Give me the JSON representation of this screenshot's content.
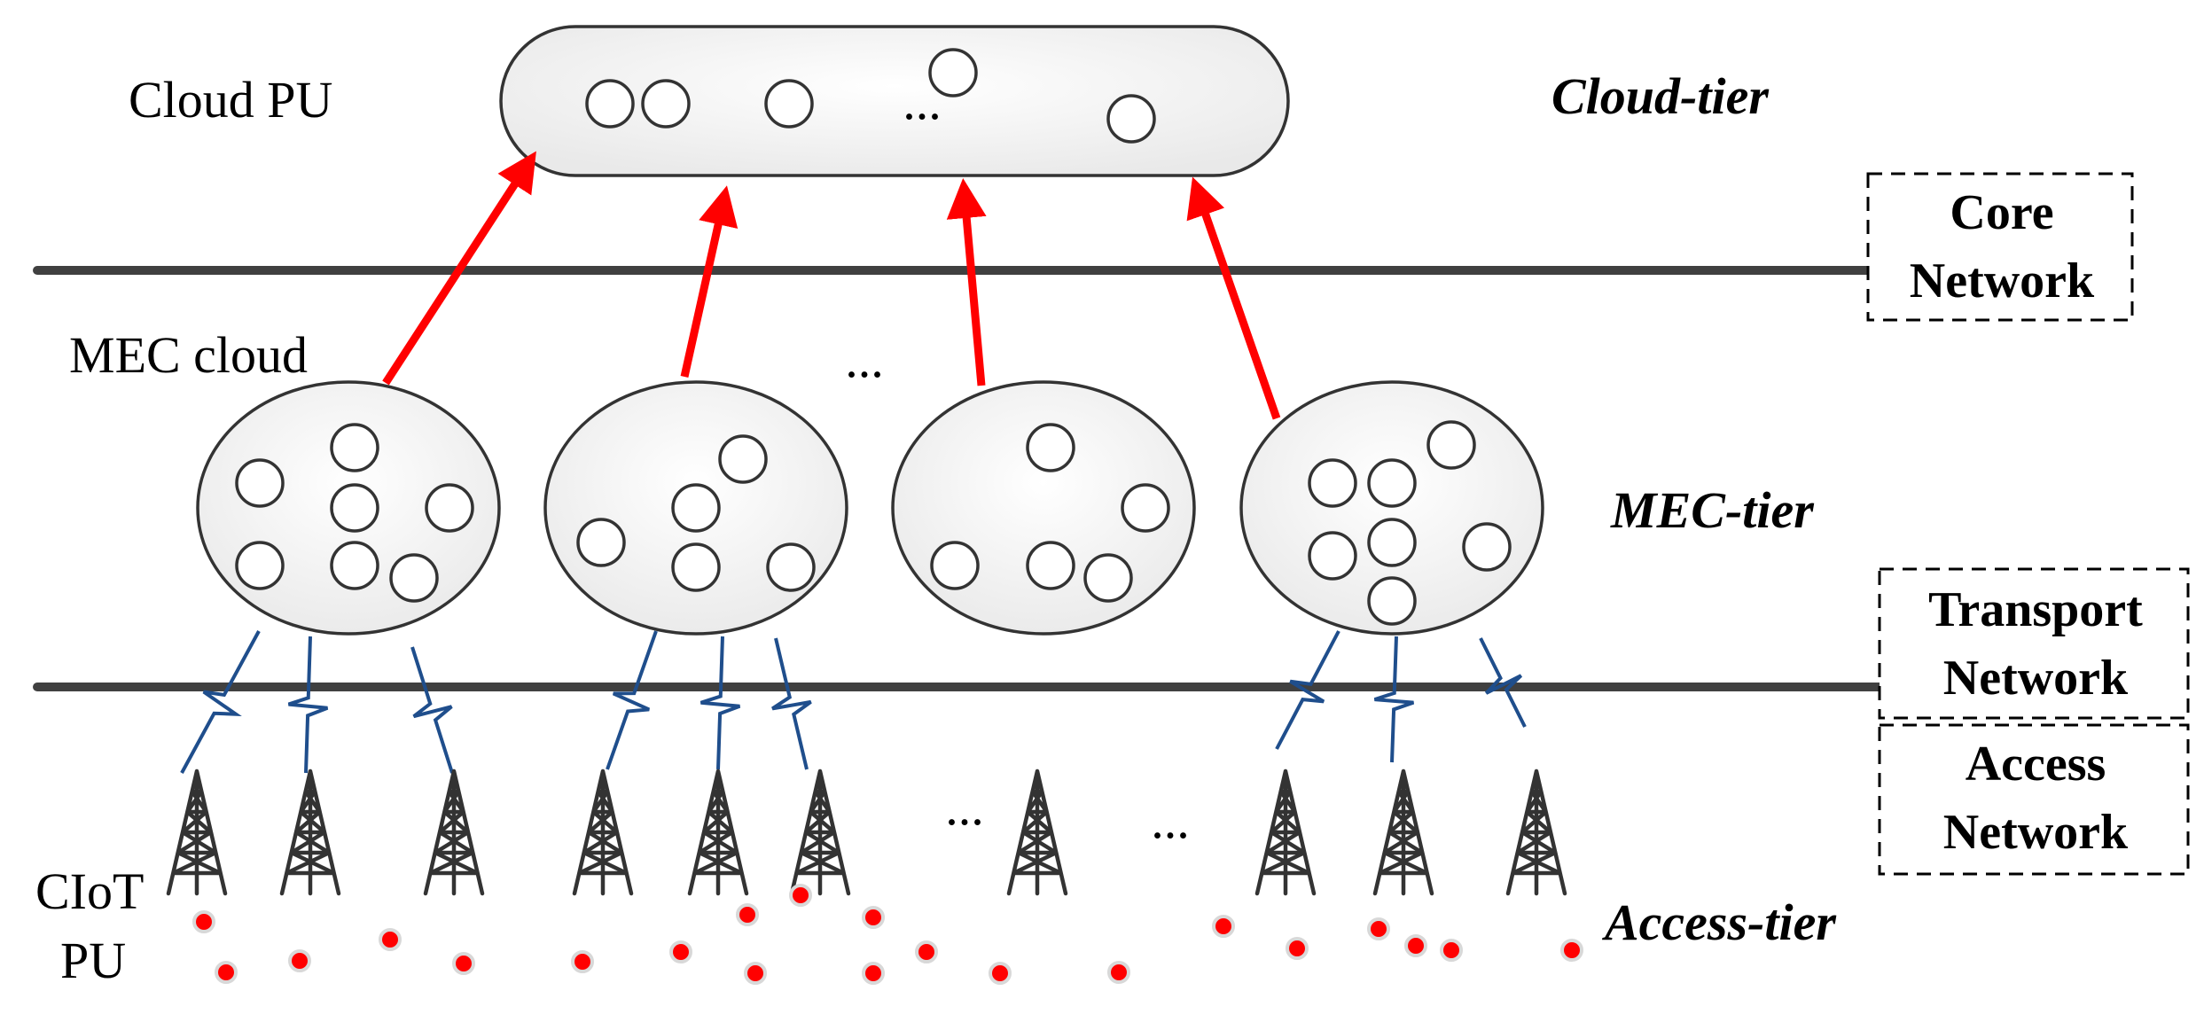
{
  "labels": {
    "cloud_pu": "Cloud PU",
    "cloud_tier": "Cloud-tier",
    "core_network_line1": "Core",
    "core_network_line2": "Network",
    "mec_cloud": "MEC cloud",
    "mec_tier": "MEC-tier",
    "transport_network_line1": "Transport",
    "transport_network_line2": "Network",
    "access_network_line1": "Access",
    "access_network_line2": "Network",
    "ciot_pu_line1": "CIoT",
    "ciot_pu_line2": "PU",
    "access_tier": "Access-tier",
    "ellipsis": "..."
  },
  "colors": {
    "arrow": "#ff0000",
    "device_dot": "#ff0000",
    "wireless_link": "#1f4e8c",
    "network_line": "#404040",
    "tower": "#333333"
  },
  "icons": {
    "tower": "cell-tower-icon",
    "wireless_link": "lightning-link-icon",
    "processing_unit": "processing-unit-circle"
  }
}
